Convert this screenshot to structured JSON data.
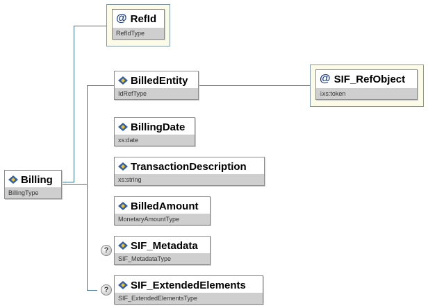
{
  "root": {
    "name": "Billing",
    "type": "BillingType"
  },
  "attributes": {
    "refid": {
      "name": "RefId",
      "type": "RefIdType"
    },
    "sif_refobject": {
      "name": "SIF_RefObject",
      "type": "xs:token",
      "type_prefix": "⫰"
    }
  },
  "children": [
    {
      "name": "BilledEntity",
      "type": "IdRefType",
      "optional": false
    },
    {
      "name": "BillingDate",
      "type": "xs:date",
      "optional": false
    },
    {
      "name": "TransactionDescription",
      "type": "xs:string",
      "optional": false
    },
    {
      "name": "BilledAmount",
      "type": "MonetaryAmountType",
      "optional": false
    },
    {
      "name": "SIF_Metadata",
      "type": "SIF_MetadataType",
      "optional": true,
      "optional_mark": "?"
    },
    {
      "name": "SIF_ExtendedElements",
      "type": "SIF_ExtendedElementsType",
      "optional": true,
      "optional_mark": "?"
    }
  ],
  "colors": {
    "connector": "#3c6e96",
    "type_bar": "#cfcfcf",
    "attribute_frame": "#fcfbe8"
  },
  "icons": {
    "element": "element-diamond-icon",
    "attribute": "attribute-at-icon",
    "optional": "optional-question-icon"
  }
}
